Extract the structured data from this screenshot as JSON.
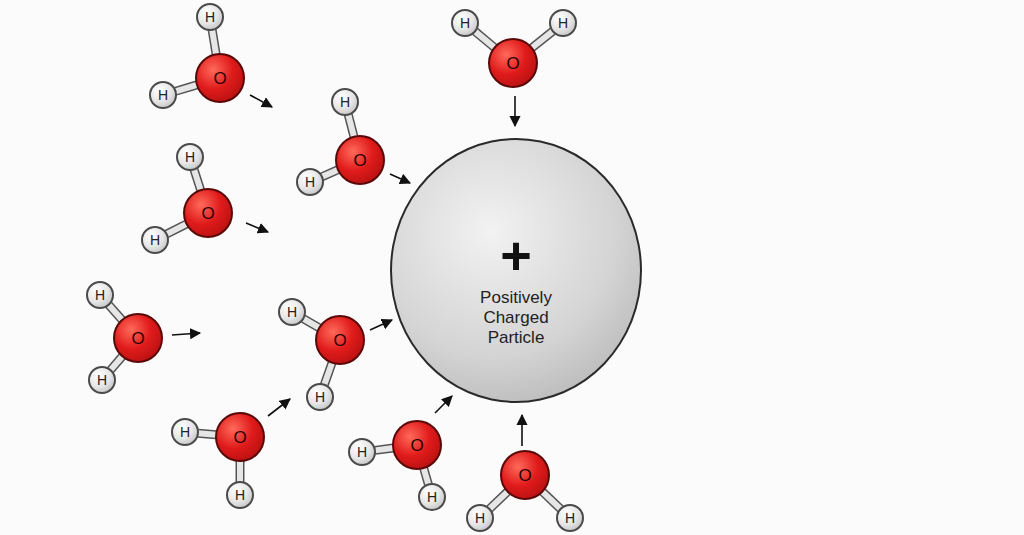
{
  "diagram": {
    "nodes": [
      {
        "text": [
          "O"
        ]
      },
      {
        "text": [
          "H"
        ]
      },
      {
        "text": [
          "H"
        ]
      },
      {
        "text": [
          "O"
        ]
      },
      {
        "text": [
          "H"
        ]
      },
      {
        "text": [
          "H"
        ]
      },
      {
        "text": [
          "O"
        ]
      },
      {
        "text": [
          "H"
        ]
      },
      {
        "text": [
          "H"
        ]
      },
      {
        "text": [
          "O"
        ]
      },
      {
        "text": [
          "H"
        ]
      },
      {
        "text": [
          "H"
        ]
      },
      {
        "text": [
          "O"
        ]
      },
      {
        "text": [
          "H"
        ]
      },
      {
        "text": [
          "H"
        ]
      },
      {
        "text": [
          "O"
        ]
      },
      {
        "text": [
          "H"
        ]
      },
      {
        "text": [
          "H"
        ]
      },
      {
        "text": [
          "O"
        ]
      },
      {
        "text": [
          "H"
        ]
      },
      {
        "text": [
          "H"
        ]
      },
      {
        "text": [
          "O"
        ]
      },
      {
        "text": [
          "H"
        ]
      },
      {
        "text": [
          "H"
        ]
      },
      {
        "text": [
          "O"
        ]
      },
      {
        "text": [
          "H"
        ]
      },
      {
        "text": [
          "H"
        ]
      },
      {
        "text": [
          "+",
          "Positively Charged Particle"
        ]
      }
    ],
    "edges": [
      {
        "from": 0,
        "to": 1,
        "arrow": "none"
      },
      {
        "from": 0,
        "to": 2,
        "arrow": "none"
      },
      {
        "from": 3,
        "to": 4,
        "arrow": "none"
      },
      {
        "from": 3,
        "to": 5,
        "arrow": "none"
      },
      {
        "from": 6,
        "to": 7,
        "arrow": "none"
      },
      {
        "from": 6,
        "to": 8,
        "arrow": "none"
      },
      {
        "from": 9,
        "to": 10,
        "arrow": "none"
      },
      {
        "from": 9,
        "to": 11,
        "arrow": "none"
      },
      {
        "from": 12,
        "to": 13,
        "arrow": "none"
      },
      {
        "from": 12,
        "to": 14,
        "arrow": "none"
      },
      {
        "from": 15,
        "to": 16,
        "arrow": "none"
      },
      {
        "from": 15,
        "to": 17,
        "arrow": "none"
      },
      {
        "from": 18,
        "to": 19,
        "arrow": "none"
      },
      {
        "from": 18,
        "to": 20,
        "arrow": "none"
      },
      {
        "from": 21,
        "to": 22,
        "arrow": "none"
      },
      {
        "from": 21,
        "to": 23,
        "arrow": "none"
      },
      {
        "from": 24,
        "to": 25,
        "arrow": "none"
      },
      {
        "from": 24,
        "to": 26,
        "arrow": "none"
      }
    ]
  }
}
